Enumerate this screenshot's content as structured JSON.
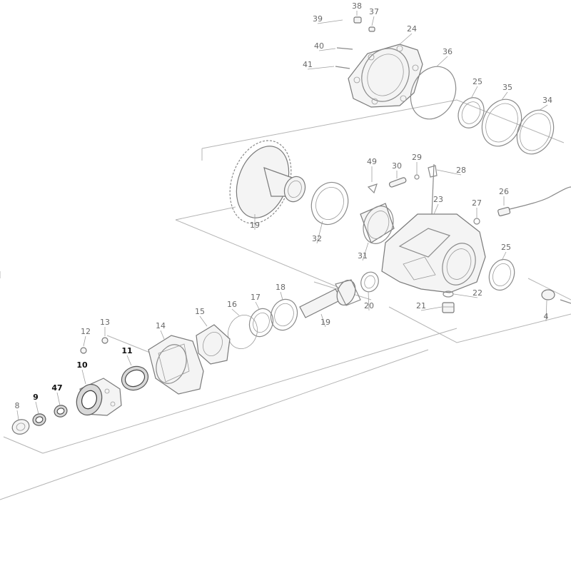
{
  "callouts": [
    {
      "id": "39",
      "bold": false
    },
    {
      "id": "38",
      "bold": false
    },
    {
      "id": "37",
      "bold": false
    },
    {
      "id": "24",
      "bold": false
    },
    {
      "id": "40",
      "bold": false
    },
    {
      "id": "36",
      "bold": false
    },
    {
      "id": "41",
      "bold": false
    },
    {
      "id": "25",
      "bold": false
    },
    {
      "id": "35",
      "bold": false
    },
    {
      "id": "34",
      "bold": false
    },
    {
      "id": "49",
      "bold": false
    },
    {
      "id": "29",
      "bold": false
    },
    {
      "id": "30",
      "bold": false
    },
    {
      "id": "28",
      "bold": false
    },
    {
      "id": "26",
      "bold": false
    },
    {
      "id": "23",
      "bold": false
    },
    {
      "id": "27",
      "bold": false
    },
    {
      "id": "19",
      "bold": false
    },
    {
      "id": "32",
      "bold": false
    },
    {
      "id": "31",
      "bold": false
    },
    {
      "id": "25",
      "bold": false
    },
    {
      "id": "22",
      "bold": false
    },
    {
      "id": "18",
      "bold": false
    },
    {
      "id": "17",
      "bold": false
    },
    {
      "id": "16",
      "bold": false
    },
    {
      "id": "15",
      "bold": false
    },
    {
      "id": "20",
      "bold": false
    },
    {
      "id": "21",
      "bold": false
    },
    {
      "id": "19",
      "bold": false
    },
    {
      "id": "4",
      "bold": false
    },
    {
      "id": "14",
      "bold": false
    },
    {
      "id": "13",
      "bold": false
    },
    {
      "id": "12",
      "bold": false
    },
    {
      "id": "11",
      "bold": true
    },
    {
      "id": "10",
      "bold": true
    },
    {
      "id": "47",
      "bold": true
    },
    {
      "id": "9",
      "bold": true
    },
    {
      "id": "8",
      "bold": false
    }
  ]
}
